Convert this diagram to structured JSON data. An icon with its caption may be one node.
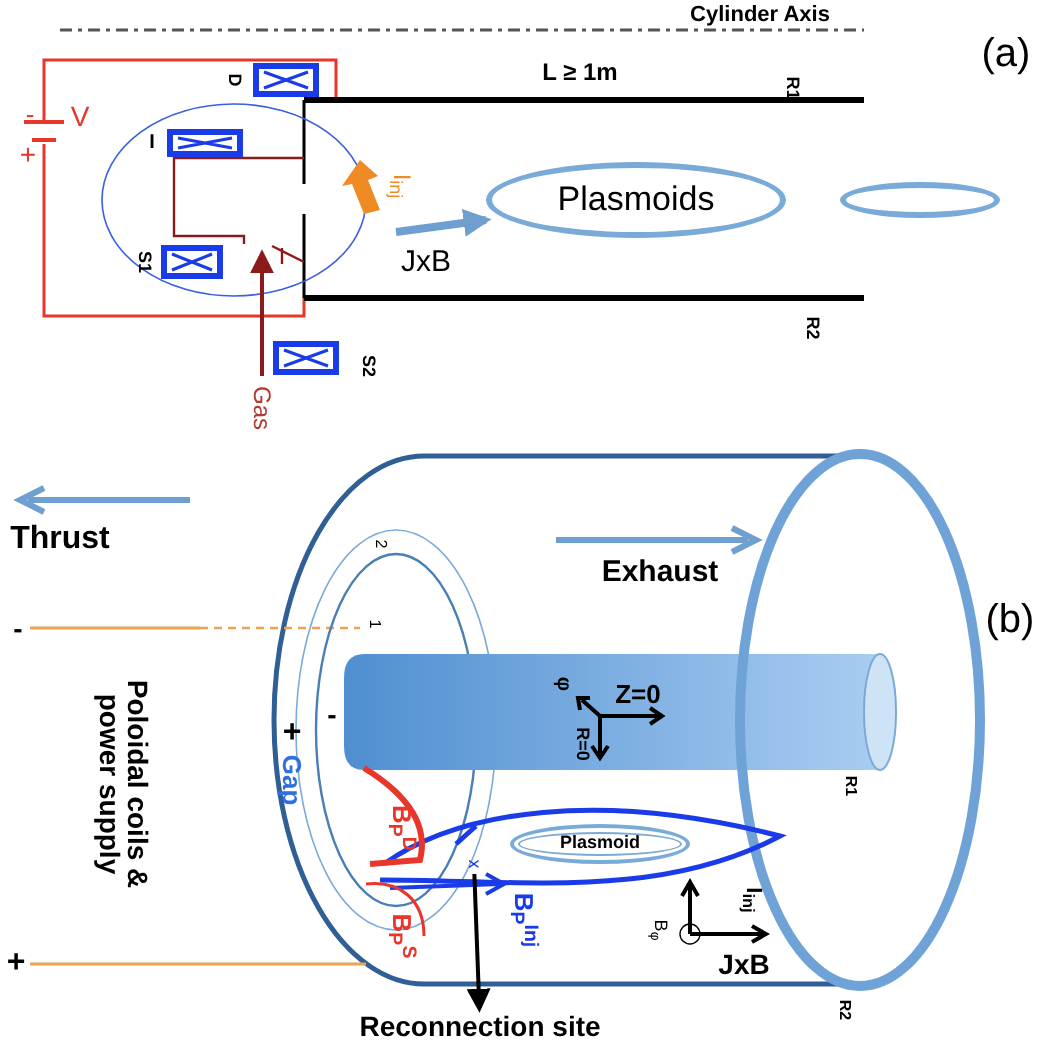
{
  "diagram": {
    "nodes": [
      {
        "text": [
          "Plasmoids"
        ]
      },
      {
        "text": [],
        "shape": "ellipse"
      },
      {
        "text": [
          "Gas"
        ]
      },
      {
        "text": [
          "Reconnection site"
        ]
      },
      {
        "text": [
          "Plasmoid"
        ]
      },
      {
        "text": [
          "x"
        ]
      }
    ],
    "edges": [
      {
        "from": null,
        "to": 0,
        "arrow": "to",
        "color": "#6f9fcf",
        "style": "thick"
      },
      {
        "from": 2,
        "to": null,
        "arrow": "to",
        "color": "#8b1a1a"
      },
      {
        "from": 5,
        "to": 3,
        "arrow": "to",
        "color": "#000000"
      }
    ],
    "labels": [
      "Cylinder Axis",
      "(a)",
      "L ≥ 1m",
      "R1",
      "D",
      "-",
      "V",
      "+",
      "I",
      "I$_{inj}$",
      "JxB",
      "S1",
      "R2",
      "S2",
      "Thrust",
      "(b)",
      "Exhaust",
      "2",
      "1",
      "-",
      "Poloidal coils & power supply",
      "-",
      "+",
      "Gap",
      "φ",
      "Z=0",
      "R=0",
      "B$_{P}$$^{D}$",
      "B$_{P}$$^{Inj}$",
      "B$_{P}$$^{S}$",
      "I$_{inj}$",
      "B$_{φ}$",
      "JxB",
      "R1",
      "R2",
      "+"
    ]
  }
}
